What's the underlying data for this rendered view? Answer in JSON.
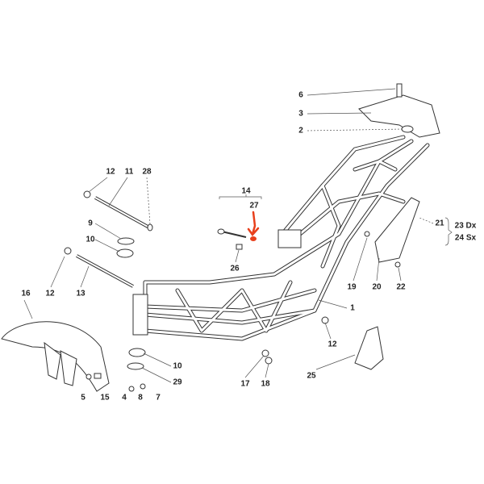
{
  "diagram": {
    "callouts": [
      "6",
      "3",
      "2",
      "12",
      "11",
      "28",
      "14",
      "27",
      "21",
      "23 Dx",
      "24 Sx",
      "9",
      "10",
      "12",
      "13",
      "26",
      "19",
      "20",
      "22",
      "16",
      "1",
      "12",
      "10",
      "29",
      "5",
      "15",
      "4",
      "8",
      "7",
      "17",
      "18",
      "25"
    ],
    "highlight_color": "#e8401c"
  }
}
